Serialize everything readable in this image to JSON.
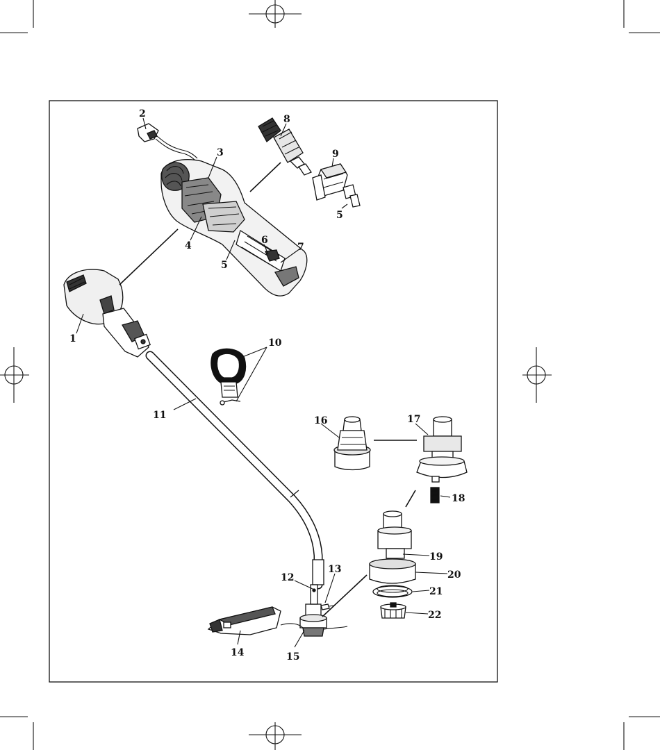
{
  "labels": {
    "l1": "1",
    "l2": "2",
    "l3": "3",
    "l4": "4",
    "l5a": "5",
    "l5b": "5",
    "l6": "6",
    "l7": "7",
    "l8": "8",
    "l9": "9",
    "l10": "10",
    "l11": "11",
    "l12": "12",
    "l13": "13",
    "l14": "14",
    "l15": "15",
    "l16": "16",
    "l17": "17",
    "l18": "18",
    "l19": "19",
    "l20": "20",
    "l21": "21",
    "l22": "22"
  }
}
